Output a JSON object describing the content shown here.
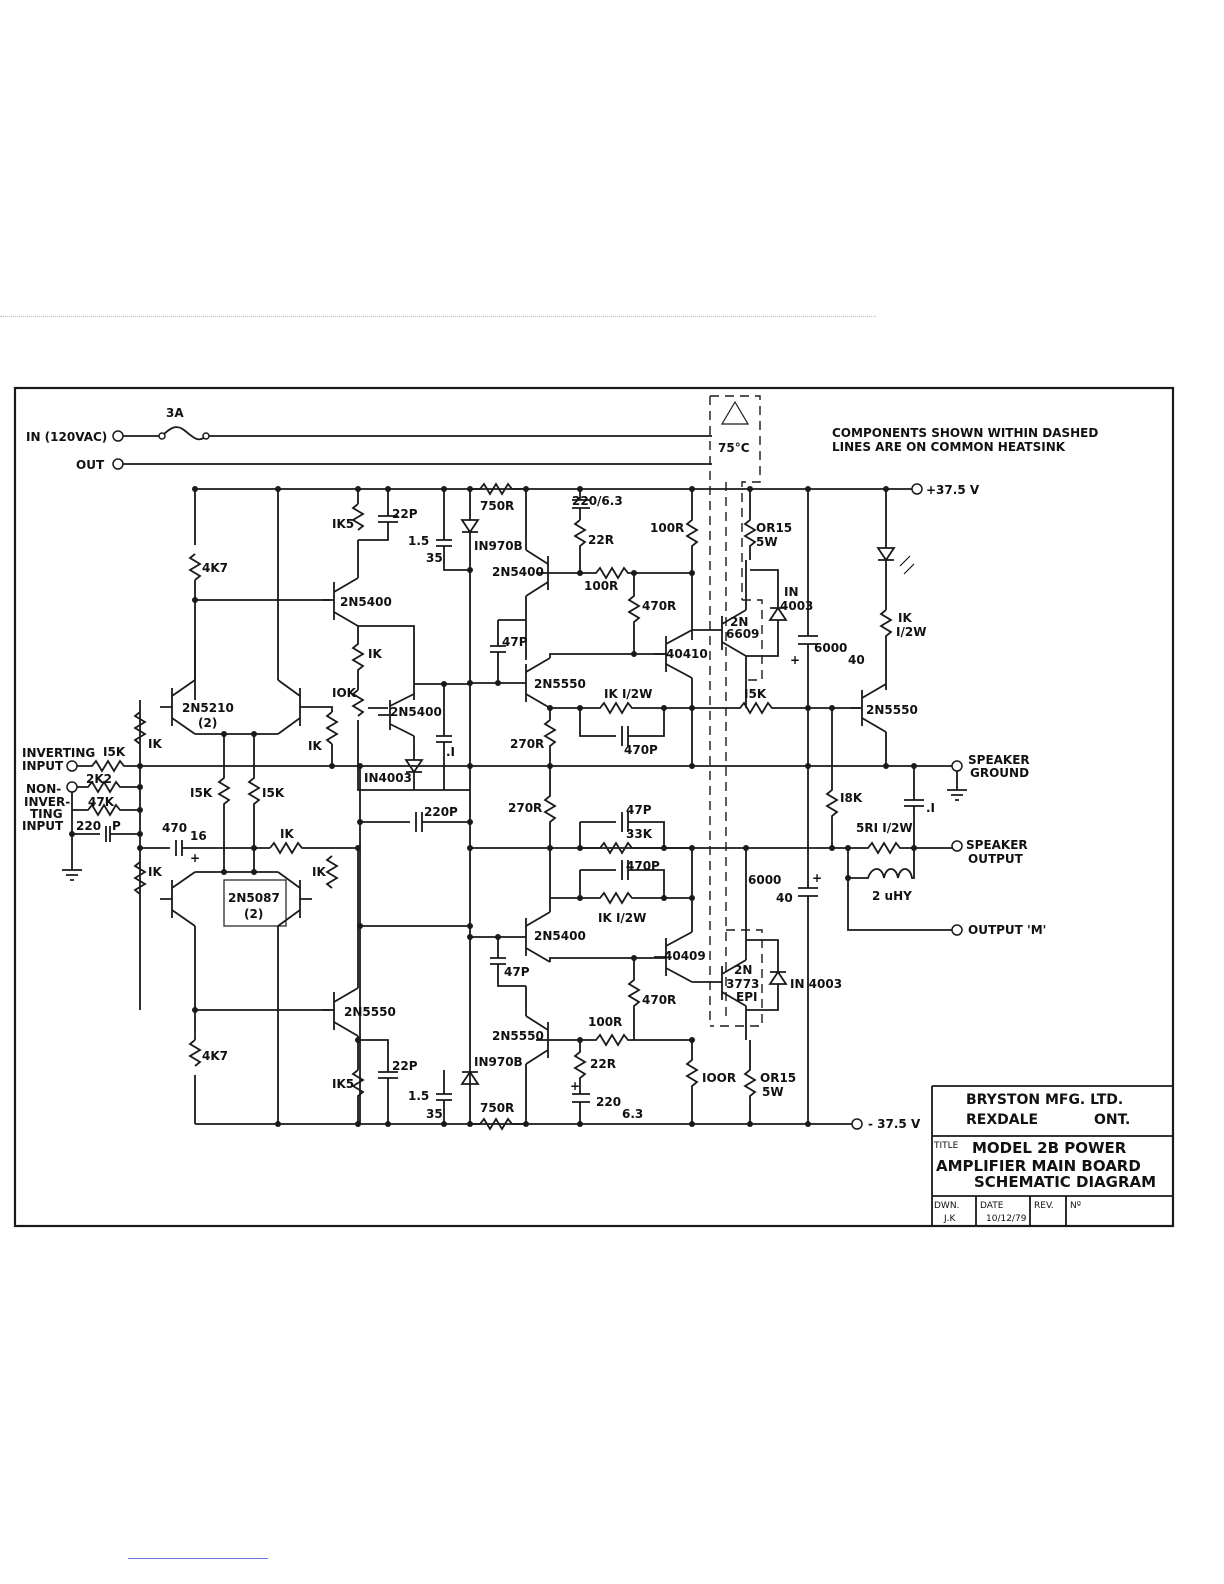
{
  "labels": {
    "fuse": "3A",
    "in_ac": "IN (120VAC)",
    "out_ac": "OUT",
    "thermal": "75°C",
    "note1": "COMPONENTS SHOWN WITHIN DASHED",
    "note2": "LINES ARE ON COMMON HEATSINK",
    "vpos": "+37.5 V",
    "vneg": "- 37.5 V",
    "inv1": "INVERTING",
    "inv2": "INPUT",
    "ninv1": "NON-",
    "ninv2": "INVER-",
    "ninv3": "TING",
    "ninv4": "INPUT",
    "spk_gnd1": "SPEAKER",
    "spk_gnd2": "GROUND",
    "spk_out1": "SPEAKER",
    "spk_out2": "OUTPUT",
    "out_m": "OUTPUT 'M'"
  },
  "components": {
    "r_4k7_top": "4K7",
    "r_4k7_bot": "4K7",
    "r_1k5_top": "IK5",
    "r_1k5_bot": "IK5",
    "c_22p_top": "22P",
    "c_22p_bot": "22P",
    "c_15_35_top_a": "1.5",
    "c_15_35_top_b": "35",
    "c_15_35_bot_a": "1.5",
    "c_15_35_bot_b": "35",
    "r_750_top": "750R",
    "r_750_bot": "750R",
    "z_top": "IN970B",
    "z_bot": "IN970B",
    "c_220_63_top": "220/6.3",
    "c_220_63_bot_a": "220",
    "c_220_63_bot_b": "6.3",
    "r_22_top": "22R",
    "r_22_bot": "22R",
    "q_2n5400_a": "2N5400",
    "q_2n5400_b": "2N5400",
    "q_2n5400_c": "2N5400",
    "q_2n5400_d": "2N5400",
    "q_2n5550_a": "2N5550",
    "q_2n5550_b": "2N5550",
    "q_2n5550_c": "2N5550",
    "q_2n5550_d": "2N5550",
    "r_100_a": "100R",
    "r_100_b": "100R",
    "r_100_c": "100R",
    "r_100_d": "IOOR",
    "r_470_a": "470R",
    "r_470_b": "470R",
    "r_or15_top_a": "OR15",
    "r_or15_top_b": "5W",
    "r_or15_bot_a": "OR15",
    "r_or15_bot_b": "5W",
    "q_6609_a": "2N",
    "q_6609_b": "6609",
    "q_3773_a": "2N",
    "q_3773_b": "3773",
    "q_3773_c": "EPI",
    "d_4003_top_a": "IN",
    "d_4003_top_b": "4003",
    "d_4003_bot": "IN 4003",
    "q_40410": "40410",
    "q_40409": "40409",
    "c_47p_a": "47P",
    "c_47p_b": "47P",
    "c_47p_c": "47P",
    "r_1k_half_a": "IK  I/2W",
    "r_1k_half_b": "IK  I/2W",
    "c_470p_a": "470P",
    "c_470p_b": "470P",
    "r_15k_fb": "I5K",
    "c_6000_top_a": "6000",
    "c_6000_top_b": "40",
    "c_6000_bot_a": "6000",
    "c_6000_bot_b": "40",
    "r_1k_led_a": "IK",
    "r_1k_led_b": "I/2W",
    "r_270_a": "270R",
    "r_270_b": "270R",
    "r_33k": "33K",
    "r_18k": "I8K",
    "c_01_out": ".I",
    "r_5r1": "5RI I/2W",
    "l_2uhy": "2 uHY",
    "q_2n5210_a": "2N5210",
    "q_2n5210_b": "(2)",
    "q_2n5087_a": "2N5087",
    "q_2n5087_b": "(2)",
    "r_1k_l1": "IK",
    "r_1k_l2": "IK",
    "r_1k_l3": "IK",
    "r_1k_l4": "IK",
    "r_1k_mid": "IK",
    "r_1k_bias": "IK",
    "r_15k_in": "I5K",
    "r_15k_a": "I5K",
    "r_15k_b": "I5K",
    "r_2k2": "2K2",
    "r_47k": "47K",
    "c_220p_in": "220",
    "c_220p_in_p": "P",
    "c_470_16_a": "470",
    "c_470_16_b": "16",
    "c_plus": "+",
    "pot_10k": "IOK",
    "c_01_bias": ".I",
    "d_4003_bias": "IN4003",
    "c_220p": "220P"
  },
  "title_block": {
    "company": "BRYSTON  MFG. LTD.",
    "city": "REXDALE",
    "province": "ONT.",
    "title_tag": "TITLE",
    "title1": "MODEL 2B  POWER",
    "title2": "AMPLIFIER MAIN BOARD",
    "title3": "SCHEMATIC DIAGRAM",
    "dwn": "DWN.",
    "dwn_val": "J.K",
    "date": "DATE",
    "date_val": "10/12/79",
    "rev": "REV.",
    "no": "Nº"
  }
}
